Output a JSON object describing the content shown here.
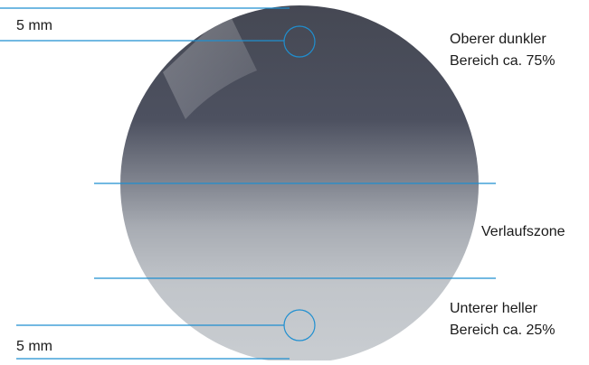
{
  "labels": {
    "top_mm": "5 mm",
    "bottom_mm": "5 mm",
    "upper_zone": [
      "Oberer dunkler",
      "Bereich ca. 75%"
    ],
    "gradient_zone": "Verlaufszone",
    "lower_zone": [
      "Unterer heller",
      "Bereich ca. 25%"
    ]
  },
  "colors": {
    "line": "#1f8fd0",
    "lens_dark": "#464a55",
    "lens_light": "#c5c9cd",
    "text": "#1a1a1a"
  }
}
